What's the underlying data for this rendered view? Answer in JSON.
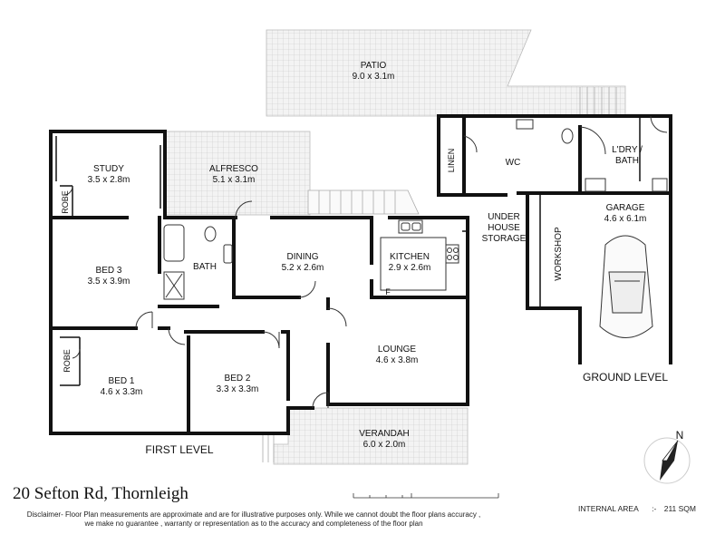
{
  "address": "20 Sefton Rd, Thornleigh",
  "levels": {
    "first": "FIRST LEVEL",
    "ground": "GROUND LEVEL"
  },
  "rooms": {
    "patio": {
      "name": "PATIO",
      "size": "9.0 x 3.1m"
    },
    "study": {
      "name": "STUDY",
      "size": "3.5 x 2.8m"
    },
    "alfresco": {
      "name": "ALFRESCO",
      "size": "5.1 x 3.1m"
    },
    "bed3": {
      "name": "BED 3",
      "size": "3.5 x 3.9m"
    },
    "bath": {
      "name": "BATH"
    },
    "dining": {
      "name": "DINING",
      "size": "5.2 x 2.6m"
    },
    "kitchen": {
      "name": "KITCHEN",
      "size": "2.9 x 2.6m",
      "fridge": "F"
    },
    "lounge": {
      "name": "LOUNGE",
      "size": "4.6 x 3.8m"
    },
    "bed1": {
      "name": "BED 1",
      "size": "4.6 x 3.3m"
    },
    "bed2": {
      "name": "BED 2",
      "size": "3.3 x 3.3m"
    },
    "verandah": {
      "name": "VERANDAH",
      "size": "6.0 x 2.0m"
    },
    "robe1": {
      "name": "ROBE"
    },
    "robe2": {
      "name": "ROBE"
    },
    "linen": {
      "name": "LINEN"
    },
    "wc": {
      "name": "WC"
    },
    "ldry": {
      "name_line1": "L'DRY /",
      "name_line2": "BATH"
    },
    "under_house": {
      "line1": "UNDER",
      "line2": "HOUSE",
      "line3": "STORAGE"
    },
    "garage": {
      "name": "GARAGE",
      "size": "4.6 x 6.1m"
    },
    "workshop": {
      "name": "WORKSHOP"
    }
  },
  "compass": {
    "label": "N"
  },
  "internal_area": {
    "label": "INTERNAL AREA",
    "sep": ":-",
    "value": "211 SQM"
  },
  "disclaimer": {
    "line1": "Disclaimer- Floor Plan measurements are approximate and are for illustrative purposes only. While we cannot doubt the floor plans accuracy ,",
    "line2": "we make no guarantee , warranty or representation as to the accuracy and completeness of the floor plan"
  }
}
